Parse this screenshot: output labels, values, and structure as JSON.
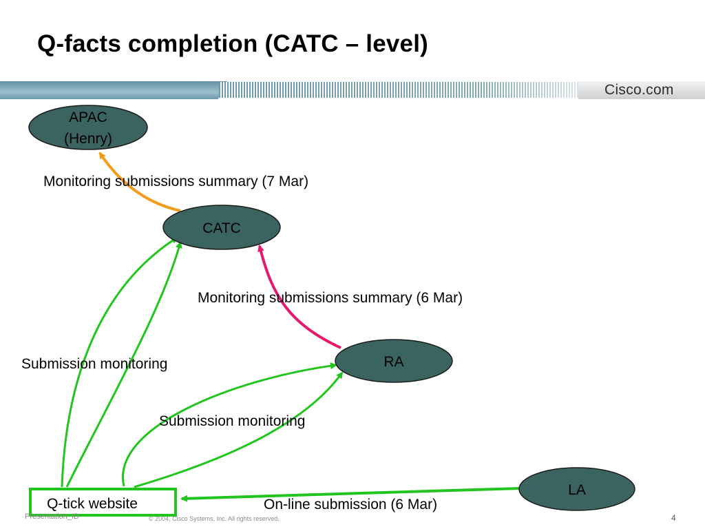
{
  "slide": {
    "title": "Q-facts completion (CATC – level)",
    "logo_text": "Cisco.com",
    "footer_left": "Presentation_ID",
    "footer_center": "© 2004, Cisco Systems, Inc. All rights reserved.",
    "page_number": "4"
  },
  "colors": {
    "node_fill": "#3b6460",
    "green_arrow": "#22c51e",
    "orange_arrow": "#f39c1a",
    "pink_arrow": "#e8186f",
    "website_border": "#22c51e"
  },
  "nodes": {
    "apac": {
      "line1": "APAC",
      "line2": "(Henry)"
    },
    "catc": {
      "label": "CATC"
    },
    "ra": {
      "label": "RA"
    },
    "la": {
      "label": "LA"
    },
    "website": {
      "label": "Q-tick website"
    }
  },
  "edge_labels": {
    "catc_to_apac": "Monitoring submissions summary (7 Mar)",
    "ra_to_catc": "Monitoring submissions summary (6 Mar)",
    "website_to_catc": "Submission monitoring",
    "website_to_ra": "Submission monitoring",
    "la_to_website": "On-line submission (6 Mar)"
  }
}
